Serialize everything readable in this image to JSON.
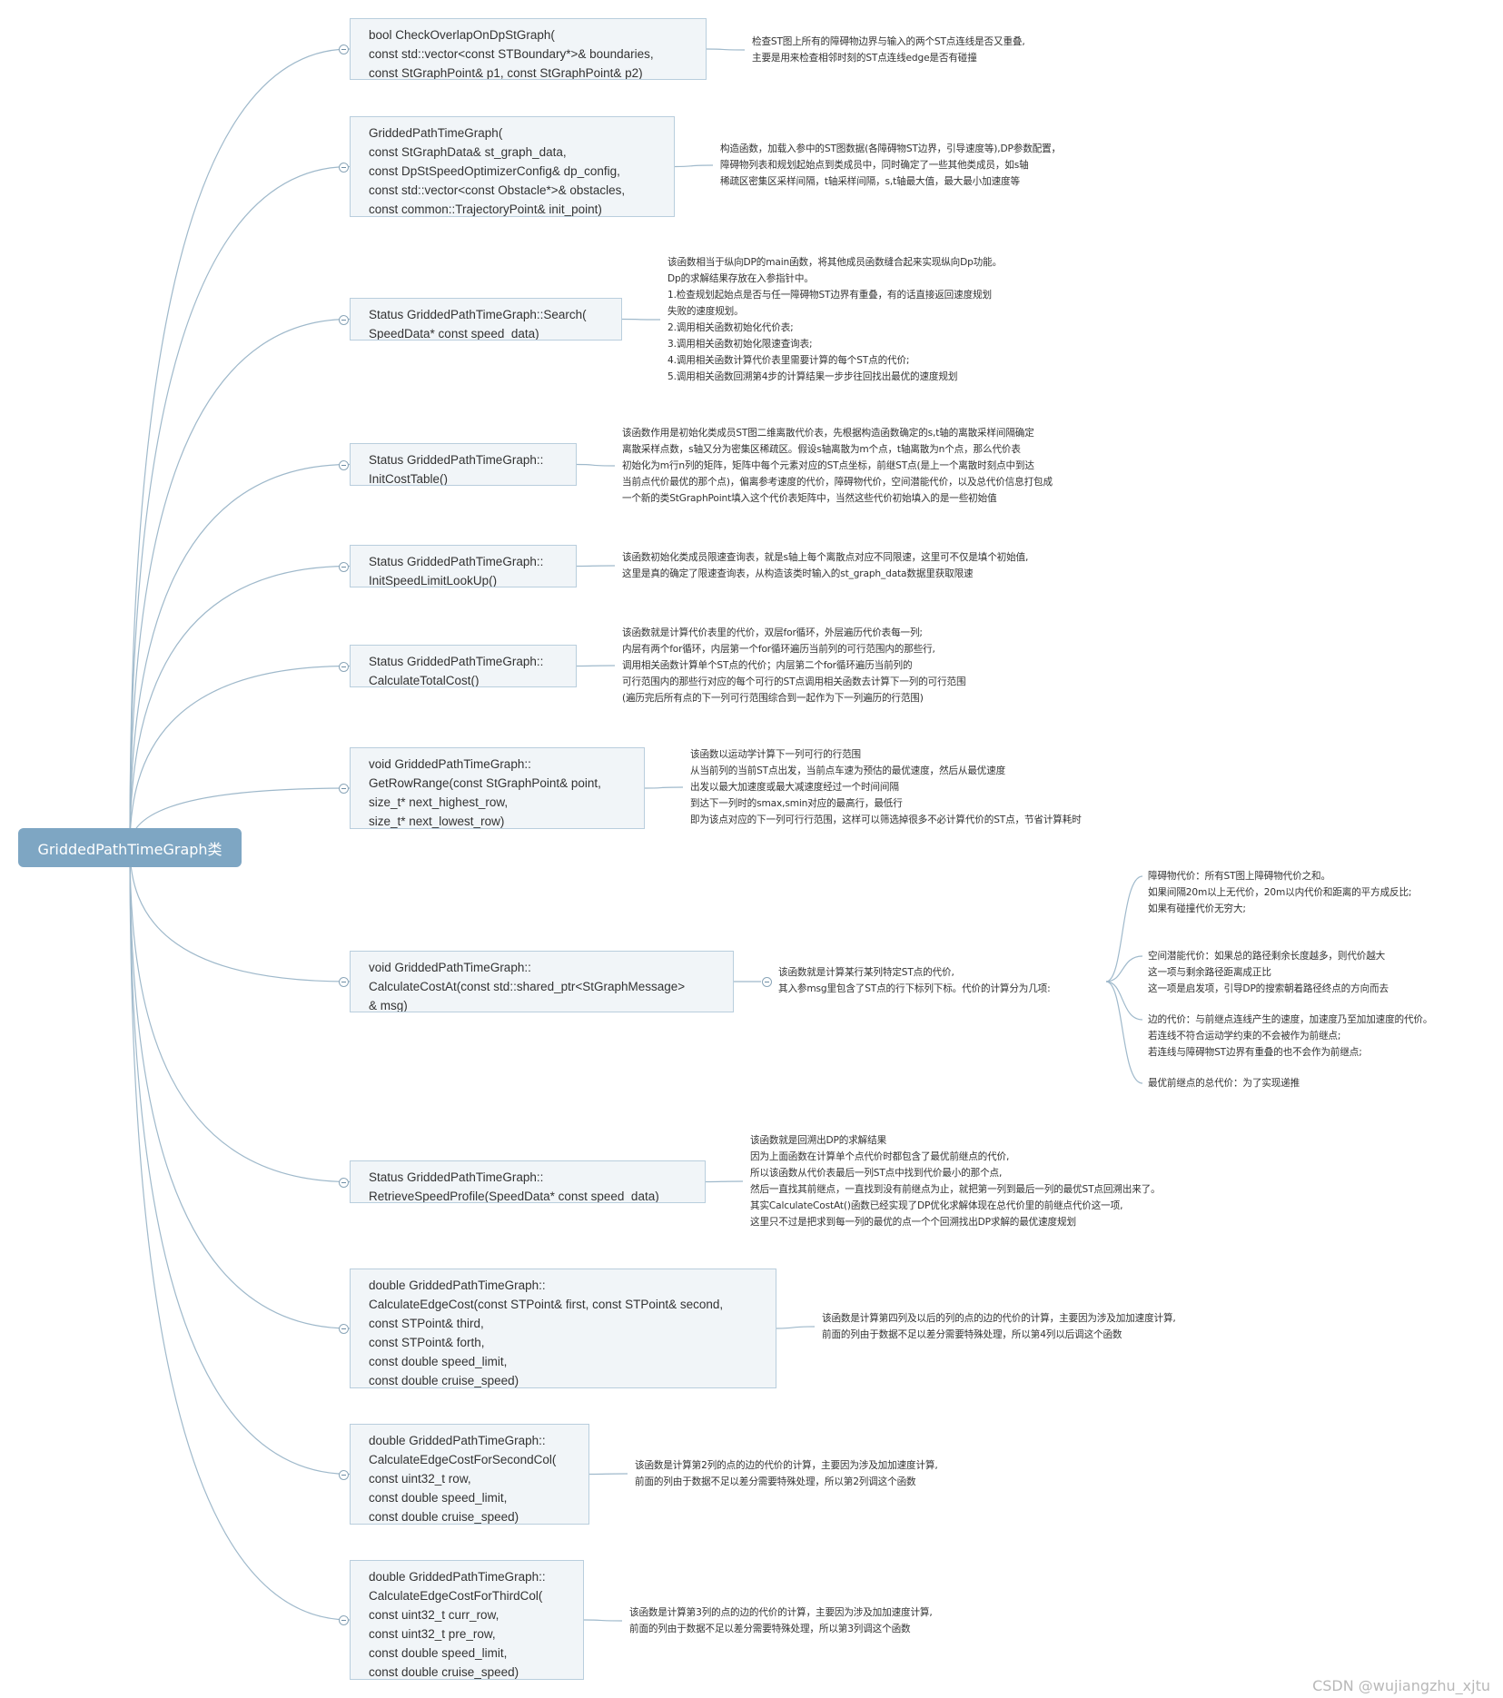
{
  "root": {
    "label": "GriddedPathTimeGraph类"
  },
  "functions": [
    {
      "id": "check-overlap",
      "lines": [
        "bool CheckOverlapOnDpStGraph(",
        "const std::vector<const STBoundary*>& boundaries,",
        "const StGraphPoint& p1, const StGraphPoint& p2)"
      ],
      "note": [
        "检查ST图上所有的障碍物边界与输入的两个ST点连线是否又重叠,",
        "主要是用来检查相邻时刻的ST点连线edge是否有碰撞"
      ]
    },
    {
      "id": "constructor",
      "lines": [
        "GriddedPathTimeGraph(",
        "const StGraphData& st_graph_data,",
        "const DpStSpeedOptimizerConfig& dp_config,",
        "const std::vector<const Obstacle*>& obstacles,",
        "const common::TrajectoryPoint& init_point)"
      ],
      "note": [
        "构造函数，加载入参中的ST图数据(各障碍物ST边界，引导速度等),DP参数配置，",
        "障碍物列表和规划起始点到类成员中，同时确定了一些其他类成员，如s轴",
        "稀疏区密集区采样间隔，t轴采样间隔，s,t轴最大值，最大最小加速度等"
      ]
    },
    {
      "id": "search",
      "lines": [
        "Status GriddedPathTimeGraph::Search(",
        "SpeedData* const speed_data)"
      ],
      "note": [
        "该函数相当于纵向DP的main函数，将其他成员函数缝合起来实现纵向Dp功能。",
        "Dp的求解结果存放在入参指针中。",
        "1.检查规划起始点是否与任一障碍物ST边界有重叠，有的话直接返回速度规划",
        "失败的速度规划。",
        "2.调用相关函数初始化代价表;",
        "3.调用相关函数初始化限速查询表;",
        "4.调用相关函数计算代价表里需要计算的每个ST点的代价;",
        "5.调用相关函数回溯第4步的计算结果一步步往回找出最优的速度规划"
      ]
    },
    {
      "id": "init-cost-table",
      "lines": [
        "Status GriddedPathTimeGraph::",
        "InitCostTable()"
      ],
      "note": [
        "该函数作用是初始化类成员ST图二维离散代价表，先根据构造函数确定的s,t轴的离散采样间隔确定",
        "离散采样点数，s轴又分为密集区稀疏区。假设s轴离散为m个点，t轴离散为n个点，那么代价表",
        "初始化为m行n列的矩阵，矩阵中每个元素对应的ST点坐标，前继ST点(是上一个离散时刻点中到达",
        "当前点代价最优的那个点)，偏离参考速度的代价，障碍物代价，空间潜能代价，以及总代价信息打包成",
        "一个新的类StGraphPoint填入这个代价表矩阵中，当然这些代价初始填入的是一些初始值"
      ]
    },
    {
      "id": "init-speed-limit",
      "lines": [
        "Status GriddedPathTimeGraph::",
        "InitSpeedLimitLookUp()"
      ],
      "note": [
        "该函数初始化类成员限速查询表，就是s轴上每个离散点对应不同限速，这里可不仅是填个初始值,",
        "这里是真的确定了限速查询表，从构造该类时输入的st_graph_data数据里获取限速"
      ]
    },
    {
      "id": "calc-total-cost",
      "lines": [
        "Status GriddedPathTimeGraph::",
        "CalculateTotalCost()"
      ],
      "note": [
        "该函数就是计算代价表里的代价，双层for循环，外层遍历代价表每一列;",
        "内层有两个for循环，内层第一个for循环遍历当前列的可行范围内的那些行,",
        "调用相关函数计算单个ST点的代价；内层第二个for循环遍历当前列的",
        "可行范围内的那些行对应的每个可行的ST点调用相关函数去计算下一列的可行范围",
        "(遍历完后所有点的下一列可行范围综合到一起作为下一列遍历的行范围)"
      ]
    },
    {
      "id": "get-row-range",
      "lines": [
        "void GriddedPathTimeGraph::",
        "GetRowRange(const StGraphPoint& point,",
        "size_t* next_highest_row,",
        "size_t* next_lowest_row)"
      ],
      "note": [
        "该函数以运动学计算下一列可行的行范围",
        "从当前列的当前ST点出发，当前点车速为预估的最优速度，然后从最优速度",
        "出发以最大加速度或最大减速度经过一个时间间隔",
        "到达下一列时的smax,smin对应的最高行，最低行",
        "即为该点对应的下一列可行行范围，这样可以筛选掉很多不必计算代价的ST点，节省计算耗时"
      ]
    },
    {
      "id": "calc-cost-at",
      "lines": [
        "void GriddedPathTimeGraph::",
        "CalculateCostAt(const std::shared_ptr<StGraphMessage>",
        "& msg)"
      ],
      "note": [
        "该函数就是计算某行某列特定ST点的代价,",
        "其入参msg里包含了ST点的行下标列下标。代价的计算分为几项:"
      ],
      "subitems": [
        [
          "障碍物代价：所有ST图上障碍物代价之和。",
          "如果间隔20m以上无代价，20m以内代价和距离的平方成反比;",
          "如果有碰撞代价无穷大;"
        ],
        [
          "空间潜能代价：如果总的路径剩余长度越多，则代价越大",
          "这一项与剩余路径距离成正比",
          "这一项是启发项，引导DP的搜索朝着路径终点的方向而去"
        ],
        [
          "边的代价：与前继点连线产生的速度，加速度乃至加加速度的代价。",
          "若连线不符合运动学约束的不会被作为前继点;",
          "若连线与障碍物ST边界有重叠的也不会作为前继点;"
        ],
        [
          "最优前继点的总代价：为了实现递推"
        ]
      ]
    },
    {
      "id": "retrieve-speed",
      "lines": [
        "Status GriddedPathTimeGraph::",
        "RetrieveSpeedProfile(SpeedData* const speed_data)"
      ],
      "note": [
        "该函数就是回溯出DP的求解结果",
        "因为上面函数在计算单个点代价时都包含了最优前继点的代价,",
        "所以该函数从代价表最后一列ST点中找到代价最小的那个点,",
        "然后一直找其前继点，一直找到没有前继点为止，就把第一列到最后一列的最优ST点回溯出来了。",
        "其实CalculateCostAt()函数已经实现了DP优化求解体现在总代价里的前继点代价这一项,",
        "这里只不过是把求到每一列的最优的点一个个回溯找出DP求解的最优速度规划"
      ]
    },
    {
      "id": "calc-edge-cost",
      "lines": [
        "double GriddedPathTimeGraph::",
        "CalculateEdgeCost(const STPoint& first, const STPoint& second,",
        "const STPoint& third,",
        "const STPoint& forth,",
        "const double speed_limit,",
        "const double cruise_speed)"
      ],
      "note": [
        "该函数是计算第四列及以后的列的点的边的代价的计算，主要因为涉及加加速度计算,",
        "前面的列由于数据不足以差分需要特殊处理，所以第4列以后调这个函数"
      ]
    },
    {
      "id": "calc-edge-cost-second",
      "lines": [
        "double GriddedPathTimeGraph::",
        "CalculateEdgeCostForSecondCol(",
        "const uint32_t row,",
        "const double speed_limit,",
        "const double cruise_speed)"
      ],
      "note": [
        "该函数是计算第2列的点的边的代价的计算，主要因为涉及加加速度计算,",
        "前面的列由于数据不足以差分需要特殊处理，所以第2列调这个函数"
      ]
    },
    {
      "id": "calc-edge-cost-third",
      "lines": [
        "double GriddedPathTimeGraph::",
        "CalculateEdgeCostForThirdCol(",
        "const uint32_t curr_row,",
        "const uint32_t pre_row,",
        "const double speed_limit,",
        "const double cruise_speed)"
      ],
      "note": [
        "该函数是计算第3列的点的边的代价的计算，主要因为涉及加加速度计算,",
        "前面的列由于数据不足以差分需要特殊处理，所以第3列调这个函数"
      ]
    }
  ],
  "watermark": "CSDN @wujiangzhu_xjtu",
  "colors": {
    "root": "#7ea6c3",
    "node_bg": "#f1f5f8",
    "node_border": "#b9cedd",
    "connector": "#9fb9cb"
  }
}
